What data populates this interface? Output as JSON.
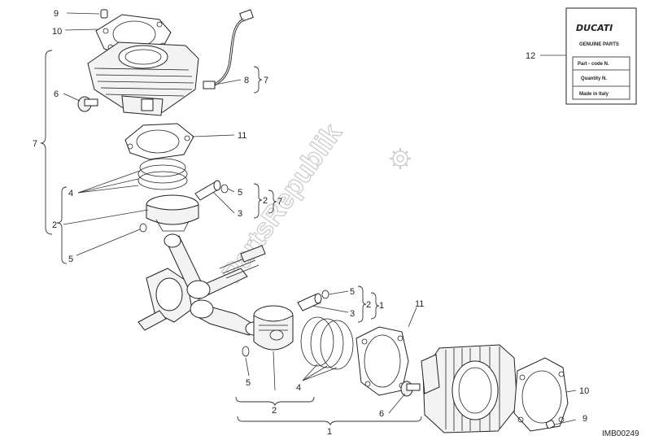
{
  "diagram": {
    "callouts": {
      "c9_top": "9",
      "c10_top": "10",
      "c6_top": "6",
      "c7_left": "7",
      "c8": "8",
      "c7_wire": "7",
      "c11_top": "11",
      "c4_top": "4",
      "c5_top_right": "5",
      "c2_top_right": "2",
      "c7_pin": "7",
      "c3_top_right": "3",
      "c2_left": "2",
      "c5_left": "5",
      "c12": "12",
      "c5_mid_right": "5",
      "c2_mid_right": "2",
      "c1_mid_right": "1",
      "c3_mid_right": "3",
      "c11_bottom": "11",
      "c5_bottom": "5",
      "c4_bottom": "4",
      "c2_bottom": "2",
      "c6_bottom": "6",
      "c10_bottom": "10",
      "c9_bottom": "9",
      "c1_bottom": "1"
    },
    "parts_card": {
      "brand": "DUCATI",
      "subtitle": "GENUINE PARTS",
      "row1": "Part - code N.",
      "row2": "Quantity N.",
      "row3": "Made in Italy"
    },
    "watermark": "PartsRepublik",
    "drawing_code": "IMB00249"
  }
}
